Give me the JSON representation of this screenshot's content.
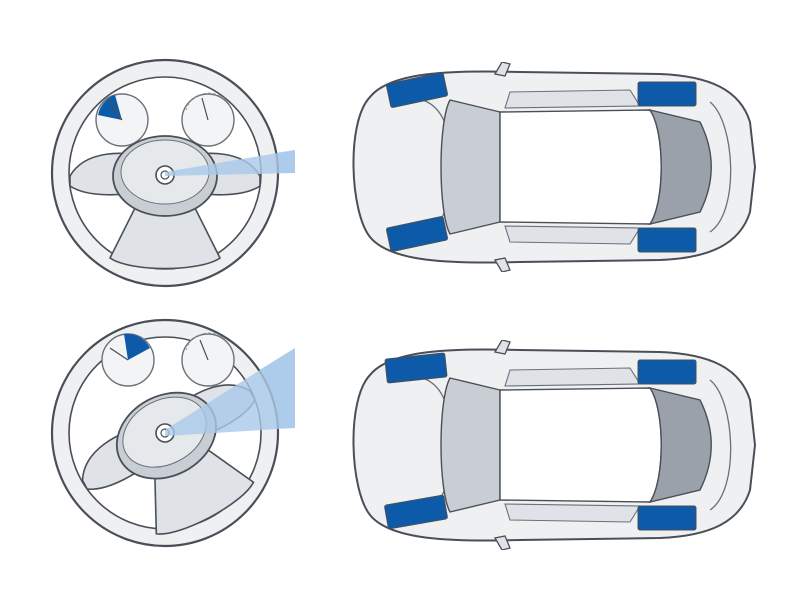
{
  "colors": {
    "background": "#ffffff",
    "outline": "#4a4f57",
    "wheel_fill": "#eef0f2",
    "shade_light": "#dfe2e6",
    "shade_mid": "#c9ced5",
    "shade_dark": "#9aa1aa",
    "accent": "#0d5aa8",
    "accent_light": "#a9c9ea"
  },
  "diagrams": [
    {
      "id": "straight",
      "steering_wheel": {
        "turn": "center",
        "gauge_fill": 0.25
      },
      "front_wheel_angle": "slight"
    },
    {
      "id": "turned",
      "steering_wheel": {
        "turn": "right",
        "gauge_fill": 0.25
      },
      "front_wheel_angle": "full"
    }
  ]
}
